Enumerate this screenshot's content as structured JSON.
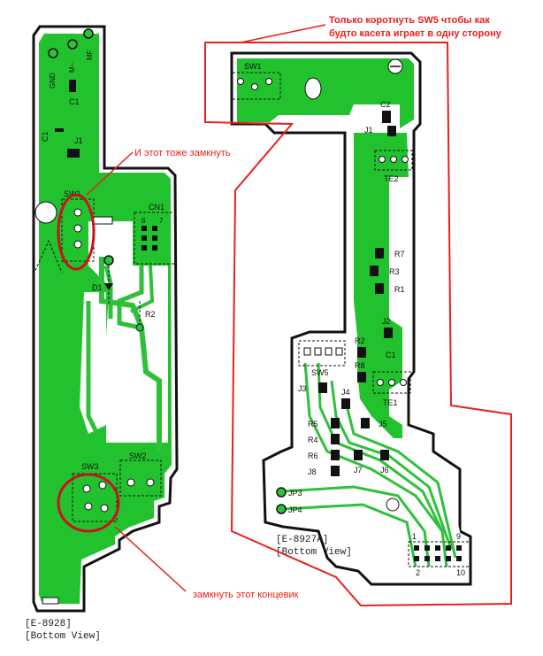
{
  "annotations": {
    "sw5_note_line1": "Только коротнуть SW5 чтобы как",
    "sw5_note_line2": "будто касета играет в одну сторону",
    "sw1_note": "И этот тоже замкнуть",
    "sw3_note": "замкнуть этот концевик"
  },
  "left_board": {
    "id": "[E-8928]",
    "view": "[Bottom View]",
    "labels": {
      "gnd": "GND",
      "m_minus": "M−",
      "mf": "MF",
      "c1_top": "C1",
      "c1_side": "C1",
      "j1": "J1",
      "sw1": "SW1",
      "cn1": "CN1",
      "cn1_6": "6",
      "cn1_7": "7",
      "d1": "D1",
      "r2": "R2",
      "sw3": "SW3",
      "sw2": "SW2"
    }
  },
  "right_board": {
    "id": "[E-8927A]",
    "view": "[Bottom View]",
    "labels": {
      "sw1": "SW1",
      "c2": "C2",
      "j1": "J1",
      "te2": "TE2",
      "r7": "R7",
      "r3": "R3",
      "r1": "R1",
      "j2": "J2",
      "r2": "R2",
      "c1": "C1",
      "r8": "R8",
      "sw5": "SW5",
      "j3": "J3",
      "j4": "J4",
      "te1": "TE1",
      "r5": "R5",
      "j5": "J5",
      "r4": "R4",
      "r6": "R6",
      "j7": "J7",
      "j6": "J6",
      "j8": "J8",
      "jp3": "JP3",
      "jp4": "JP4",
      "conn_1": "1",
      "conn_9": "9",
      "conn_2": "2",
      "conn_10": "10"
    }
  },
  "colors": {
    "copper": "#22c22e",
    "trace": "#2ec03a",
    "outline": "#111111",
    "annotation": "#e8201c",
    "background": "#ffffff"
  }
}
